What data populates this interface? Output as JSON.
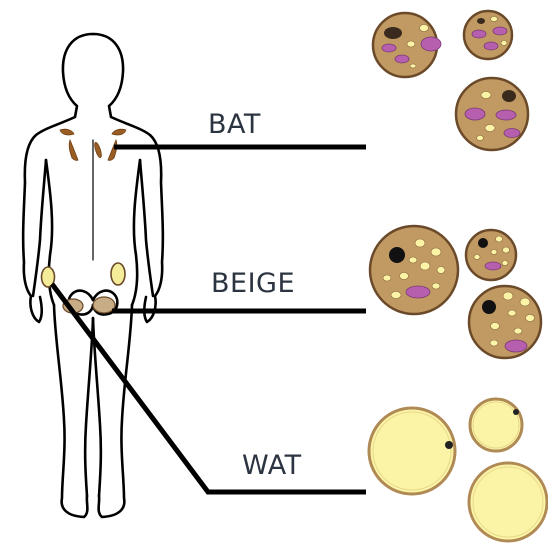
{
  "labels": {
    "bat": "BAT",
    "beige": "BEIGE",
    "wat": "WAT"
  },
  "colors": {
    "outline": "#000000",
    "cell_fill": "#c19a63",
    "cell_border": "#6b4a2a",
    "lipid_droplet": "#fbf3a6",
    "mitochondria": "#b65fae",
    "nucleus": "#1a1a1a",
    "bat_depot": "#9a5e24",
    "beige_depot": "#f4ec98",
    "wat_depot": "#c8ac86",
    "label_text": "#2b3440"
  },
  "icons": {
    "body": "human-body-back-view-icon",
    "bat_cells": "brown-adipocyte-icon",
    "beige_cells": "beige-adipocyte-icon",
    "wat_cells": "white-adipocyte-icon"
  }
}
